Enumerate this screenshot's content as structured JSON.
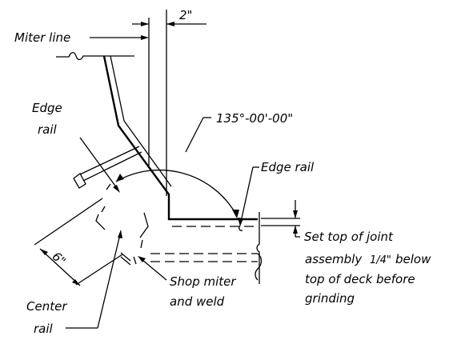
{
  "labels": {
    "dim_2in": "2\"",
    "miter_line": "Miter line",
    "edge_rail_left_1": "Edge",
    "edge_rail_left_2": "rail",
    "angle": "135°-00'-00\"",
    "edge_rail_right": "Edge rail",
    "dim_6in": "6\"",
    "set_top_1": "Set top of joint",
    "set_top_2": "assembly",
    "set_top_frac": "1/4\"",
    "set_top_2b": "below",
    "set_top_3": "top of deck before",
    "set_top_4": "grinding",
    "shop_miter_1": "Shop miter",
    "shop_miter_2": "and weld",
    "center_rail_1": "Center",
    "center_rail_2": "rail"
  }
}
